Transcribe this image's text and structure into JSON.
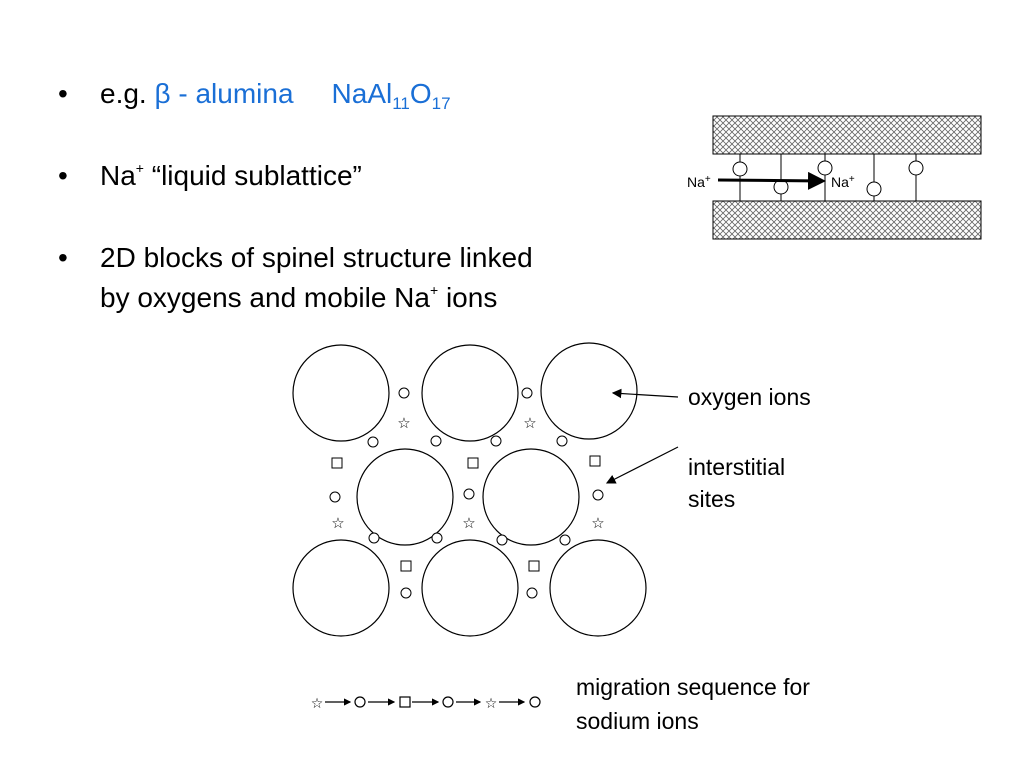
{
  "bullets": {
    "b1": {
      "prefix": "e.g. ",
      "beta": "β",
      "alumina": " - alumina",
      "formula": {
        "na_al": "NaAl",
        "sub1": "11",
        "o": "O",
        "sub2": "17"
      }
    },
    "b2": {
      "na": "Na",
      "sup": "+",
      "rest": " “liquid sublattice”"
    },
    "b3": {
      "line1": "2D blocks of spinel structure linked",
      "line2_a": "by oxygens and mobile Na",
      "sup": "+",
      "line2_b": " ions"
    }
  },
  "inset": {
    "na_left": "Na",
    "na_right": "Na",
    "sup": "+"
  },
  "labels": {
    "oxygen": "oxygen ions",
    "interstitial_1": "interstitial",
    "interstitial_2": "sites",
    "migration_1": "migration sequence for",
    "migration_2": "sodium ions"
  },
  "symbols": {
    "star": "☆",
    "bullet": "•"
  },
  "colors": {
    "accent": "#1a6fd6"
  }
}
